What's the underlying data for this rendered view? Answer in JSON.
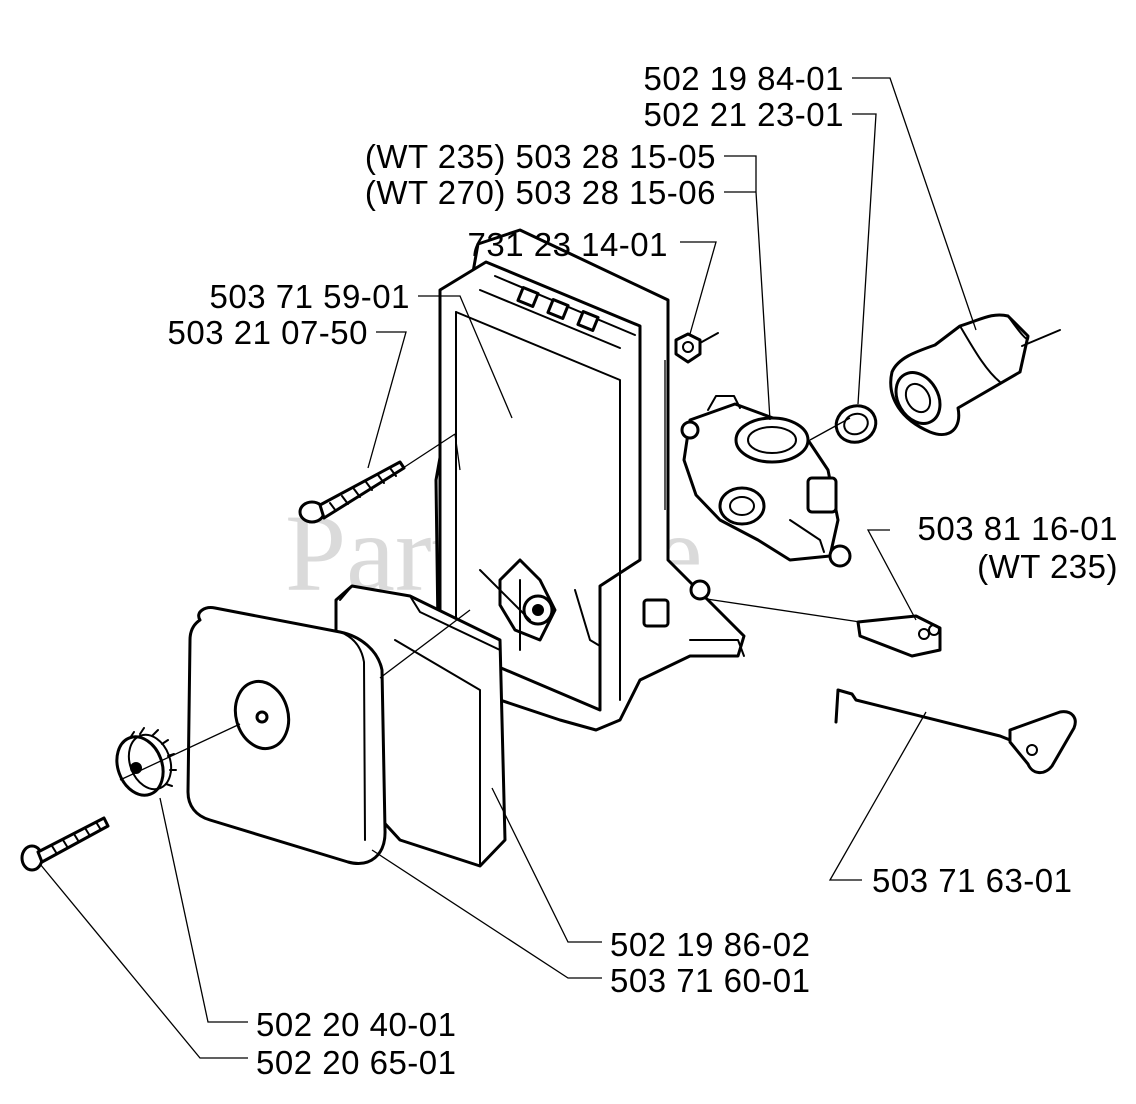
{
  "watermark": "PartsTree",
  "labels": {
    "p502198401": "502 19 84-01",
    "p502212301": "502 21 23-01",
    "p503281505": "(WT 235) 503 28 15-05",
    "p503281506": "(WT 270) 503 28 15-06",
    "p731231401": "731 23 14-01",
    "p503715901": "503 71 59-01",
    "p503210750": "503 21 07-50",
    "p503811601": "503 81 16-01",
    "p503811601_note": "(WT 235)",
    "p503716301": "503 71 63-01",
    "p502198602": "502 19 86-02",
    "p503716001": "503 71 60-01",
    "p502204001": "502 20 40-01",
    "p502206501": "502 20 65-01"
  }
}
